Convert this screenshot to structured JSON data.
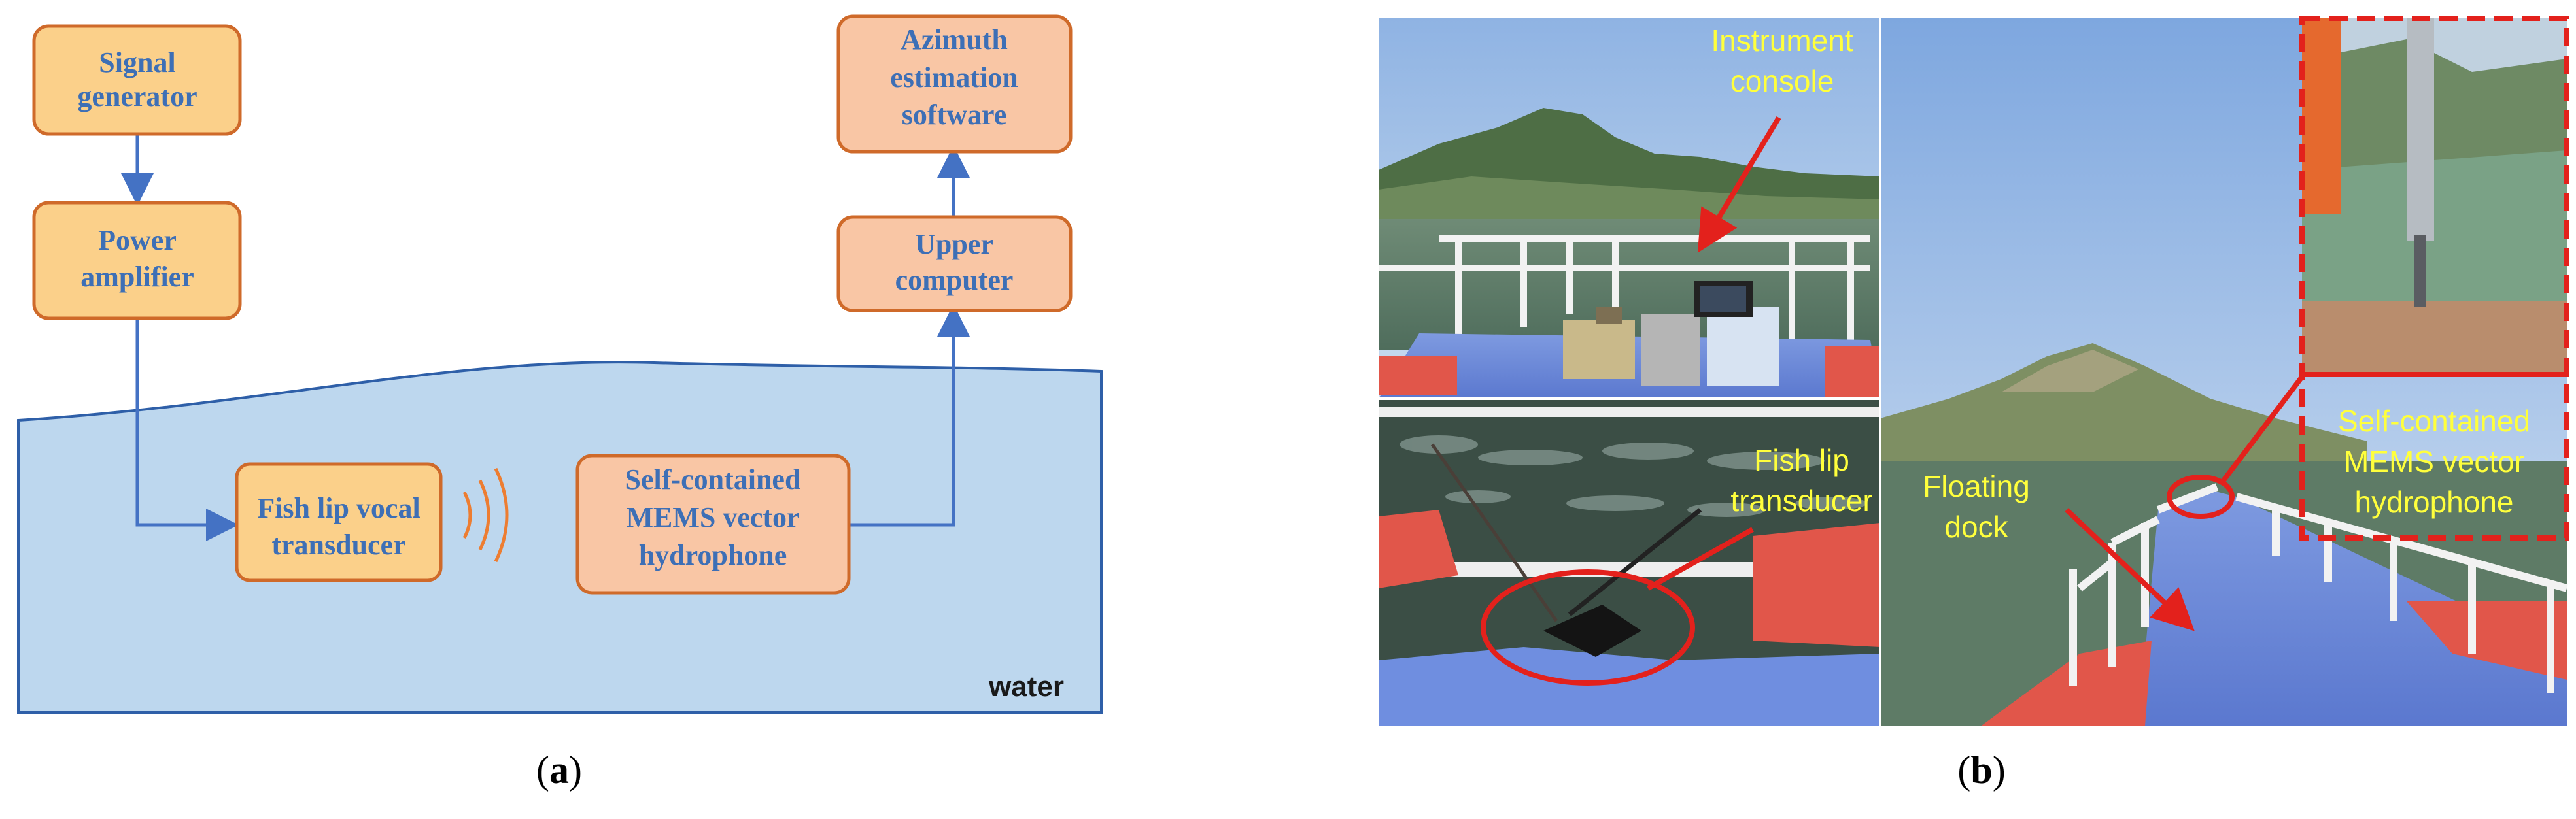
{
  "panel_a": {
    "nodes": {
      "signal_generator": [
        "Signal",
        "generator"
      ],
      "power_amplifier": [
        "Power",
        "amplifier"
      ],
      "fish_lip_transducer": [
        "Fish lip vocal",
        "transducer"
      ],
      "hydrophone": [
        "Self-contained",
        "MEMS vector",
        "hydrophone"
      ],
      "upper_computer": [
        "Upper",
        "computer"
      ],
      "azimuth_software": [
        "Azimuth",
        "estimation",
        "software"
      ]
    },
    "water_label": "water",
    "caption_letter": "a"
  },
  "panel_b": {
    "labels": {
      "instrument_console": [
        "Instrument",
        "console"
      ],
      "fish_lip_transducer": [
        "Fish lip",
        "transducer"
      ],
      "floating_dock": [
        "Floating",
        "dock"
      ],
      "hydrophone": [
        "Self-contained",
        "MEMS vector",
        "hydrophone"
      ]
    },
    "caption_letter": "b"
  },
  "colors": {
    "node_fill": "#fbd08a",
    "node_fill_alt": "#f9c6a5",
    "node_border": "#cf6a2a",
    "node_text": "#3d6fb6",
    "arrow": "#4472c4",
    "water": "#bdd7ee",
    "water_border": "#2e5fa8",
    "highlight": "#e3211c",
    "photo_label": "#ffff3c"
  }
}
